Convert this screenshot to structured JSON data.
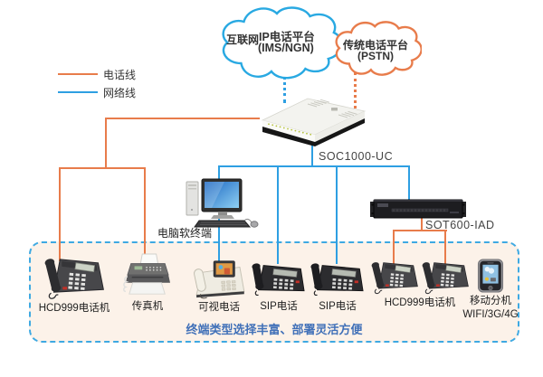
{
  "colors": {
    "phone_line": "#E87C4B",
    "network_line": "#2E9FE2",
    "dashed_box_border": "#3EA9E2",
    "dashed_box_fill": "#FCF2E9",
    "caption_text": "#4070B8"
  },
  "legend": {
    "phone_line_label": "电话线",
    "network_line_label": "网络线"
  },
  "clouds": {
    "internet": {
      "side_label": "互联网",
      "title": "IP电话平台",
      "subtitle": "(IMS/NGN)"
    },
    "pstn": {
      "title": "传统电话平台",
      "subtitle": "(PSTN)"
    }
  },
  "core_devices": {
    "gateway_label": "SOC1000-UC",
    "softclient_label": "电脑软终端",
    "iad_label": "SOT600-IAD"
  },
  "terminals": [
    {
      "icon": "desk-phone-icon",
      "label": "HCD999电话机"
    },
    {
      "icon": "fax-machine-icon",
      "label": "传真机"
    },
    {
      "icon": "video-phone-icon",
      "label": "可视电话"
    },
    {
      "icon": "sip-phone-icon",
      "label": "SIP电话"
    },
    {
      "icon": "sip-phone-icon",
      "label": "SIP电话"
    },
    {
      "icon": "desk-phone-pair-icon",
      "label": "HCD999电话机"
    },
    {
      "icon": "mobile-phone-icon",
      "label": "移动分机",
      "sublabel": "WIFI/3G/4G"
    }
  ],
  "caption": "终端类型选择丰富、部署灵活方便"
}
